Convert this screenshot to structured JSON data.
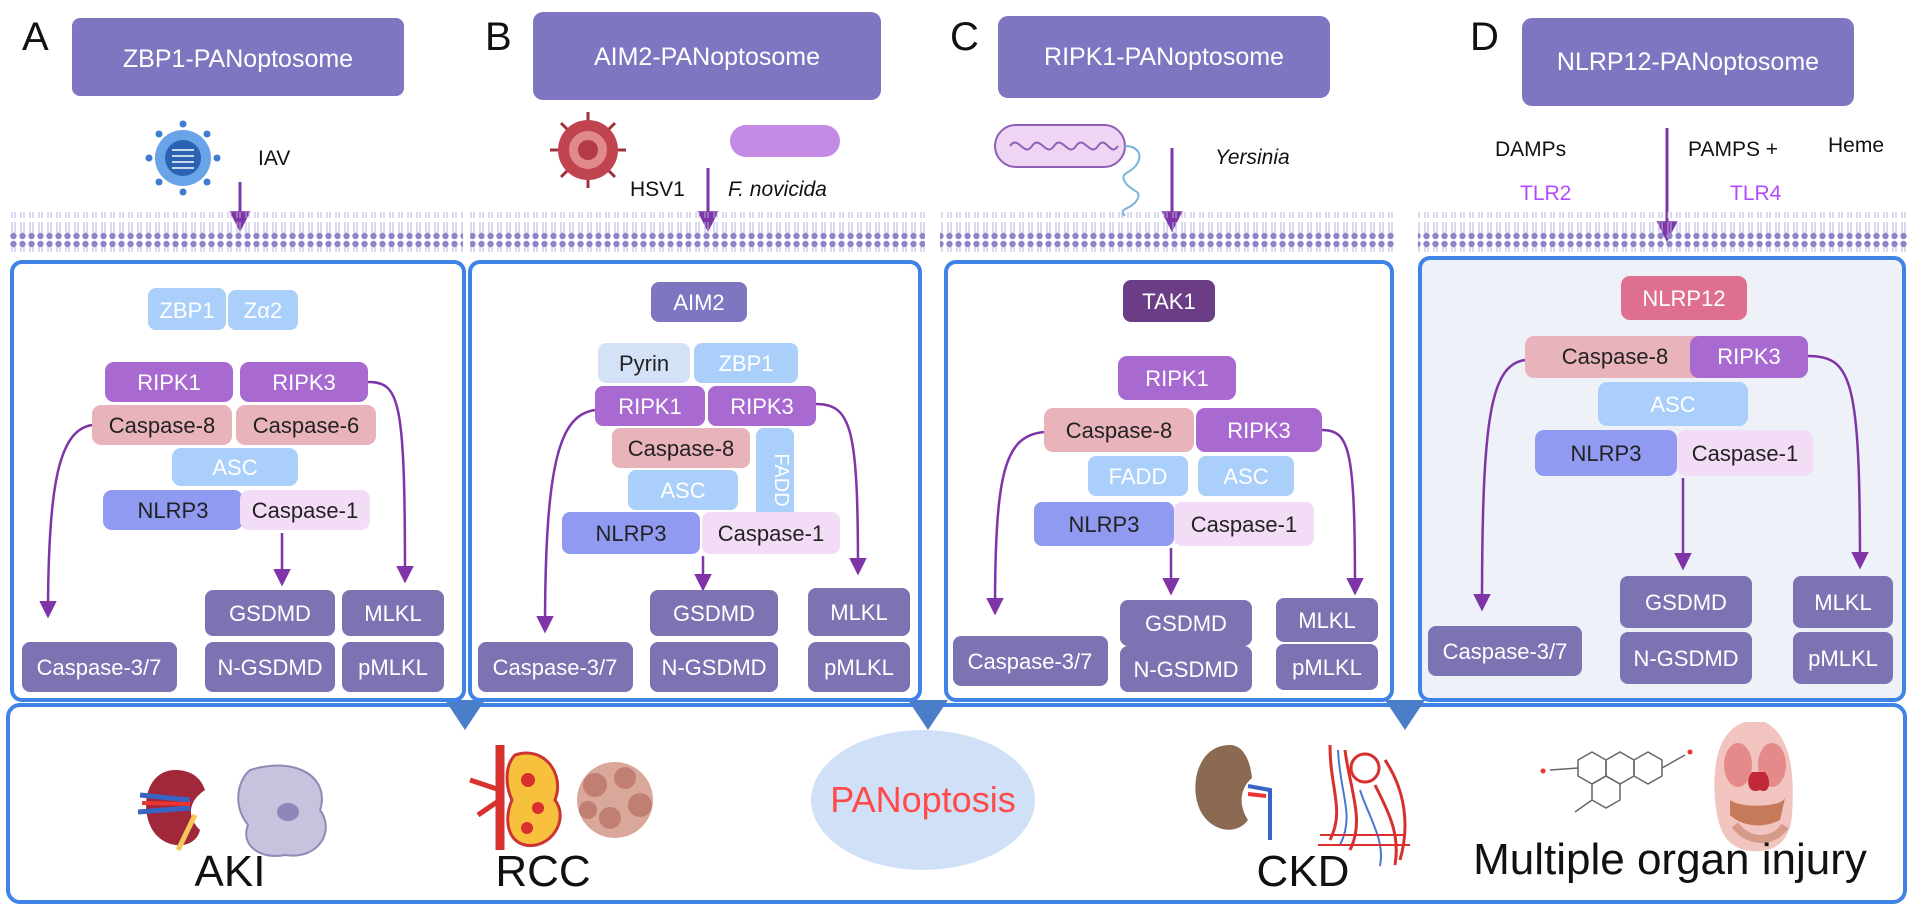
{
  "colors": {
    "title_box": "#7e76c0",
    "panel_border": "#3f83e6",
    "membrane": "#8d87c9",
    "ripk": "#a86ad0",
    "caspase8": "#e8b3ba",
    "asc": "#a9cffa",
    "nlrp3": "#8f9af0",
    "caspase1": "#f3dcf6",
    "output": "#7c73b3",
    "tak1": "#6b3d86",
    "nlrp12": "#df6f8f",
    "pyrin": "#d3e2f7",
    "arrow": "#7f35a8",
    "panoptosis_text": "#ff4a4a",
    "panoptosis_fill": "#cfe0f7",
    "tlr": "#b24bff"
  },
  "panels": [
    {
      "letter": "A",
      "title": "ZBP1-PANoptosome",
      "trigger": "IAV",
      "sensor": "ZBP1",
      "sensor_domain": "Zα2",
      "complex": {
        "ripk1": "RIPK1",
        "ripk3": "RIPK3",
        "casp8": "Caspase-8",
        "casp6": "Caspase-6",
        "asc": "ASC",
        "nlrp3": "NLRP3",
        "casp1": "Caspase-1"
      },
      "outputs": {
        "casp37": "Caspase-3/7",
        "gsdmd": "GSDMD",
        "ngsdmd": "N-GSDMD",
        "mlkl": "MLKL",
        "pmlkl": "pMLKL"
      }
    },
    {
      "letter": "B",
      "title": "AIM2-PANoptosome",
      "trigger_1": "HSV1",
      "trigger_2": "F. novicida",
      "sensor": "AIM2",
      "complex": {
        "pyrin": "Pyrin",
        "zbp1": "ZBP1",
        "ripk1": "RIPK1",
        "ripk3": "RIPK3",
        "casp8": "Caspase-8",
        "fadd": "FADD",
        "asc": "ASC",
        "nlrp3": "NLRP3",
        "casp1": "Caspase-1"
      },
      "outputs": {
        "casp37": "Caspase-3/7",
        "gsdmd": "GSDMD",
        "ngsdmd": "N-GSDMD",
        "mlkl": "MLKL",
        "pmlkl": "pMLKL"
      }
    },
    {
      "letter": "C",
      "title": "RIPK1-PANoptosome",
      "trigger": "Yersinia",
      "sensor": "TAK1",
      "complex": {
        "ripk1": "RIPK1",
        "casp8": "Caspase-8",
        "ripk3": "RIPK3",
        "fadd": "FADD",
        "asc": "ASC",
        "nlrp3": "NLRP3",
        "casp1": "Caspase-1"
      },
      "outputs": {
        "casp37": "Caspase-3/7",
        "gsdmd": "GSDMD",
        "ngsdmd": "N-GSDMD",
        "mlkl": "MLKL",
        "pmlkl": "pMLKL"
      }
    },
    {
      "letter": "D",
      "title": "NLRP12-PANoptosome",
      "damps": "DAMPs",
      "pamps": "PAMPS +",
      "heme": "Heme",
      "tlr2": "TLR2",
      "tlr4": "TLR4",
      "sensor": "NLRP12",
      "complex": {
        "casp8": "Caspase-8",
        "ripk3": "RIPK3",
        "asc": "ASC",
        "nlrp3": "NLRP3",
        "casp1": "Caspase-1"
      },
      "outputs": {
        "casp37": "Caspase-3/7",
        "gsdmd": "GSDMD",
        "ngsdmd": "N-GSDMD",
        "mlkl": "MLKL",
        "pmlkl": "pMLKL"
      }
    }
  ],
  "outcomes": {
    "aki": "AKI",
    "rcc": "RCC",
    "panoptosis": "PANoptosis",
    "ckd": "CKD",
    "moi": "Multiple organ injury"
  }
}
